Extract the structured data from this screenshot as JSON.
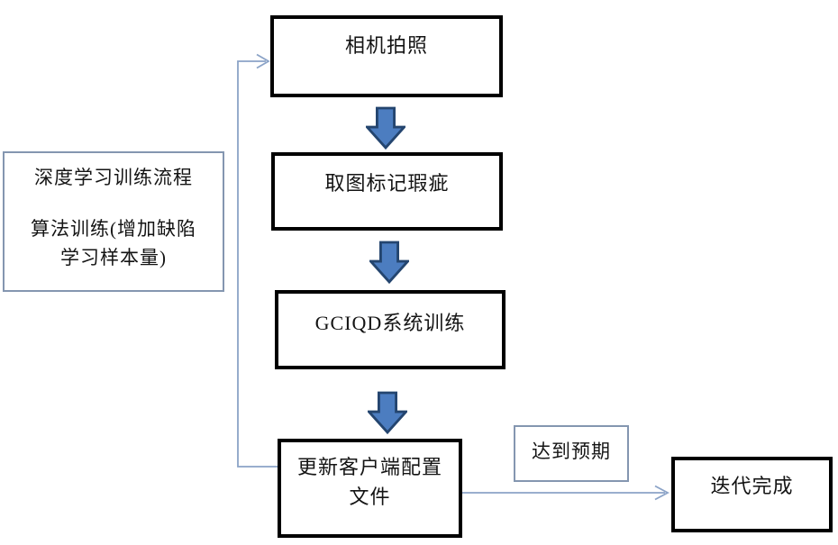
{
  "diagram": {
    "info_box": {
      "line1": "深度学习训练流程",
      "line2": "算法训练(增加缺陷",
      "line3": "学习样本量)"
    },
    "nodes": {
      "camera": "相机拍照",
      "mark_defects": "取图标记瑕疵",
      "gciqd_training": "GCIQD系统训练",
      "update_config_line1": "更新客户端配置",
      "update_config_line2": "文件",
      "iteration_done": "迭代完成"
    },
    "edge_label": "达到预期",
    "colors": {
      "background": "#ffffff",
      "node_border": "#000000",
      "light_border": "#8496b0",
      "block_arrow_fill": "#4c7dc0",
      "block_arrow_stroke": "#24456f",
      "connector": "#8ba3c7",
      "text": "#141414"
    },
    "icons": {
      "down_block_arrow": "down-block-arrow-icon",
      "open_arrowhead": "open-arrowhead-icon"
    }
  }
}
